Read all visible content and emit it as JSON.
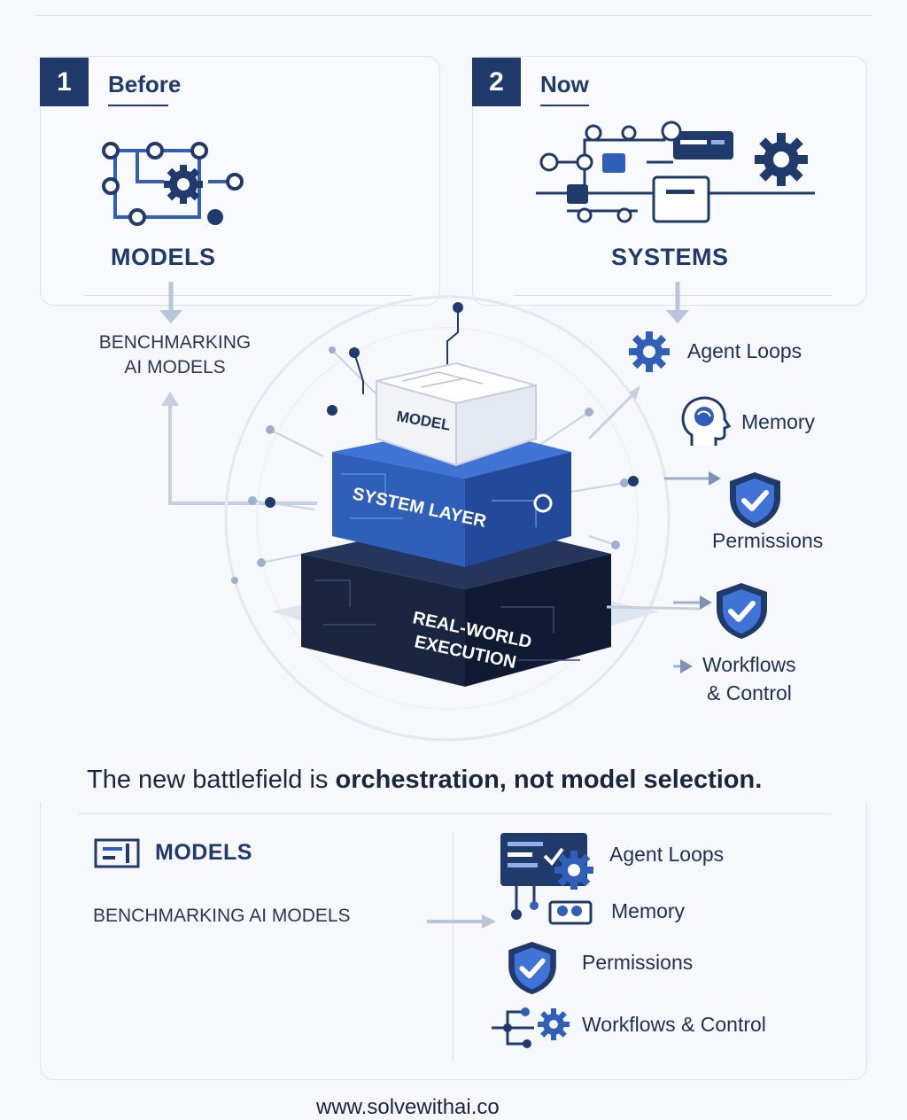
{
  "before": {
    "step_number": "1",
    "title": "Before",
    "heading": "MODELS",
    "description_line1": "BENCHMARKING",
    "description_line2": "AI MODELS"
  },
  "now": {
    "step_number": "2",
    "title": "Now",
    "heading": "SYSTEMS",
    "features": [
      {
        "label": "Agent Loops",
        "icon": "gear-icon"
      },
      {
        "label": "Memory",
        "icon": "brain-head-icon"
      },
      {
        "label": "Permissions",
        "icon": "shield-check-icon"
      },
      {
        "label_line1": "Workflows",
        "label_line2": "& Control",
        "icon": "shield-check-icon"
      }
    ]
  },
  "stack": {
    "top": "MODEL",
    "middle": "SYSTEM LAYER",
    "bottom_line1": "REAL-WORLD",
    "bottom_line2": "EXECUTION"
  },
  "tagline": {
    "plain": "The new battlefield is ",
    "bold": "orchestration, not model selection."
  },
  "summary": {
    "models_label": "MODELS",
    "benchmark_label": "BENCHMARKING AI MODELS",
    "features": [
      "Agent Loops",
      "Memory",
      "Permissions",
      "Workflows & Control"
    ]
  },
  "footer": "www.solvewithai.co",
  "colors": {
    "navy": "#1f3a6b",
    "blue": "#2f5fb8",
    "dark": "#1a2540",
    "light": "#dde2ec"
  }
}
